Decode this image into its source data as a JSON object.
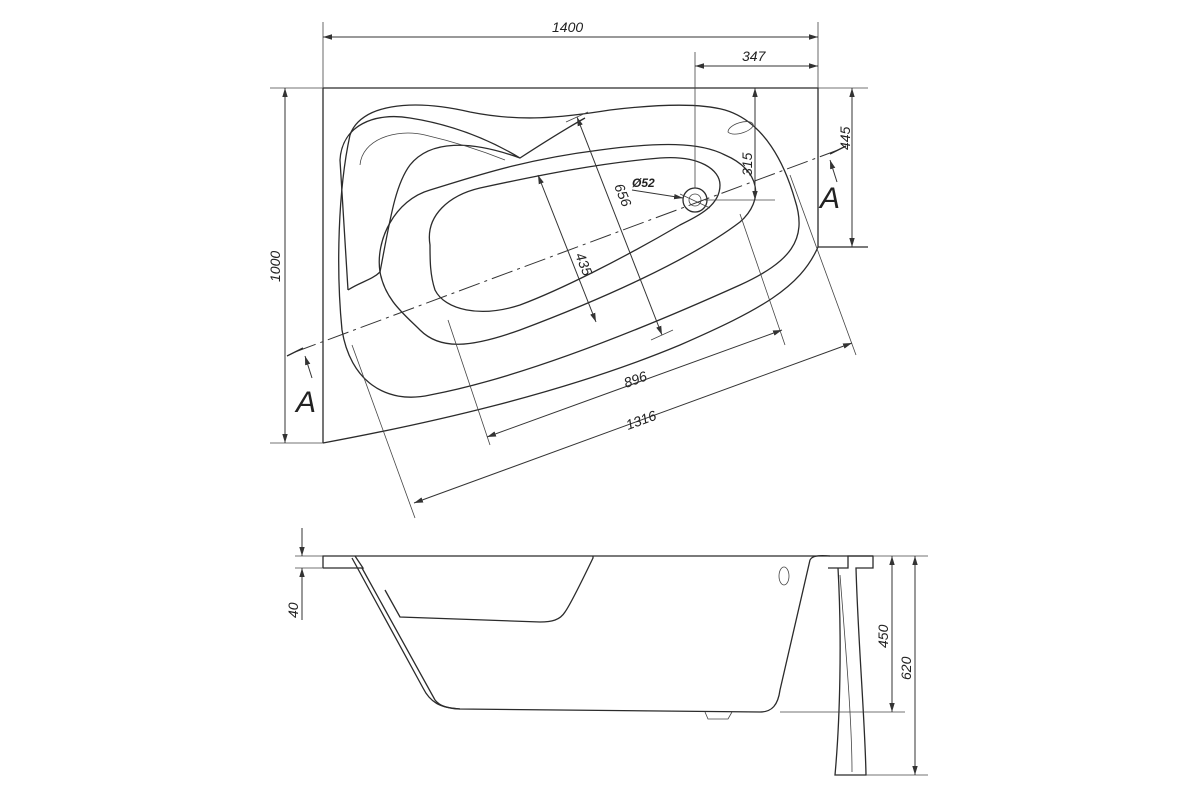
{
  "plan_view": {
    "dimensions": {
      "overall_length": "1400",
      "drain_offset": "347",
      "overall_width": "1000",
      "side_width": "445",
      "drain_depth": "315",
      "drain_diameter": "Ø52",
      "inner_width": "656",
      "floor_width": "435",
      "floor_length": "896",
      "inner_length": "1316"
    },
    "section_labels": [
      "A",
      "A"
    ]
  },
  "side_view": {
    "dimensions": {
      "rim_height": "40",
      "depth": "450",
      "total_height": "620"
    }
  },
  "colors": {
    "line": "#333333",
    "background": "#ffffff"
  }
}
